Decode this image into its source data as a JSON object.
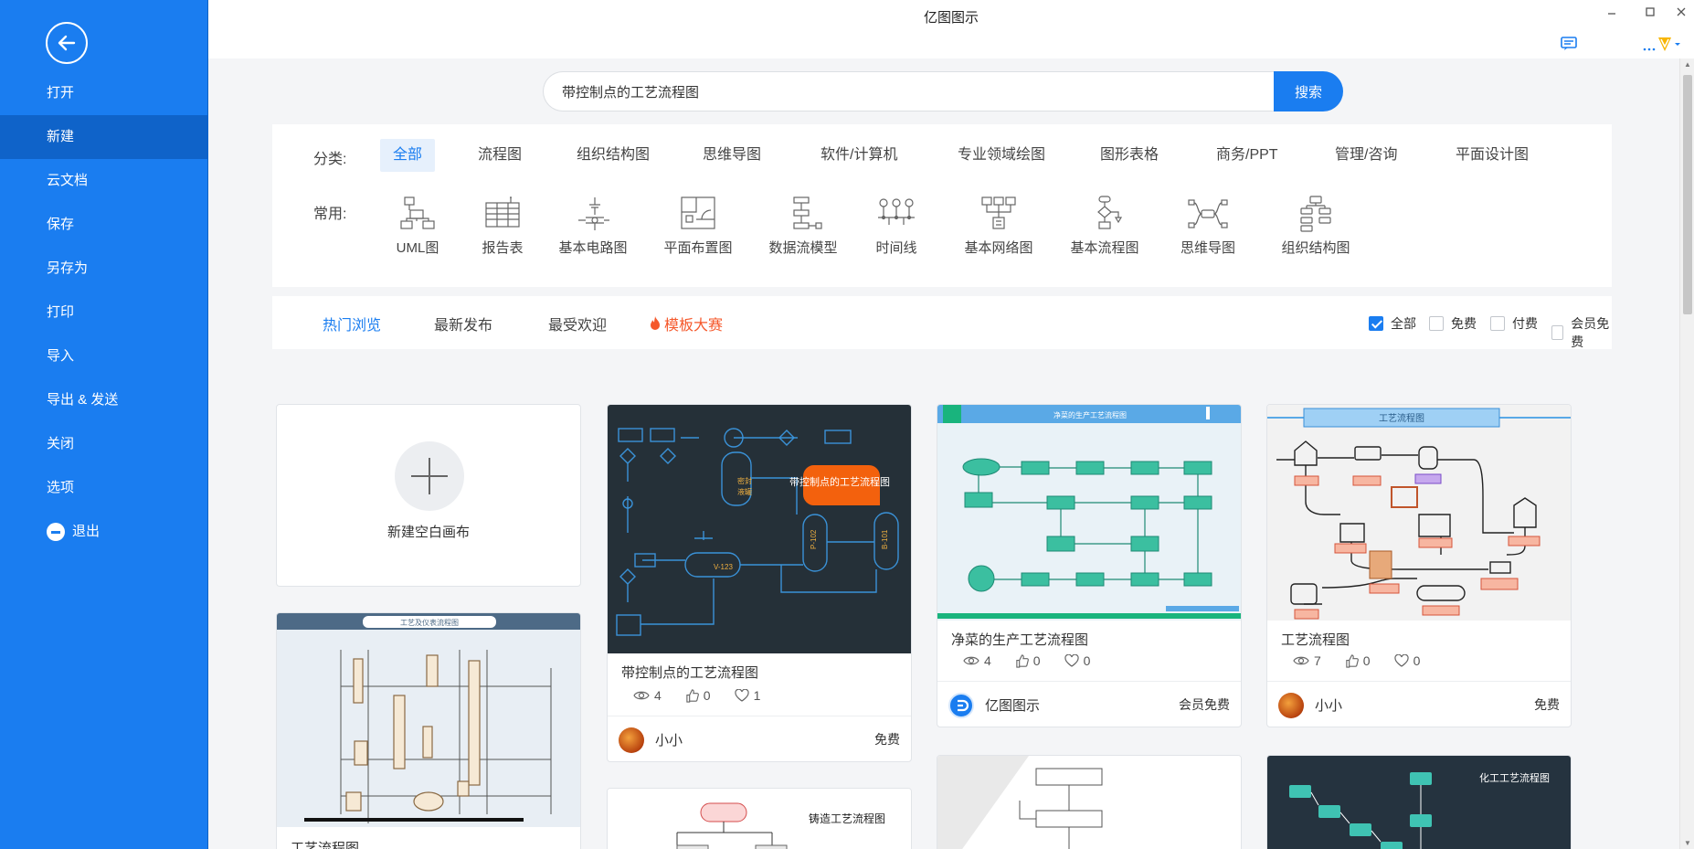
{
  "app": {
    "title": "亿图图示"
  },
  "sidebar": {
    "items": [
      {
        "label": "打开"
      },
      {
        "label": "新建"
      },
      {
        "label": "云文档"
      },
      {
        "label": "保存"
      },
      {
        "label": "另存为"
      },
      {
        "label": "打印"
      },
      {
        "label": "导入"
      },
      {
        "label": "导出 & 发送"
      },
      {
        "label": "关闭"
      },
      {
        "label": "选项"
      },
      {
        "label": "退出"
      }
    ],
    "active": "新建"
  },
  "search": {
    "value": "带控制点的工艺流程图",
    "button": "搜索"
  },
  "categories": {
    "label": "分类:",
    "items": [
      "全部",
      "流程图",
      "组织结构图",
      "思维导图",
      "软件/计算机",
      "专业领域绘图",
      "图形表格",
      "商务/PPT",
      "管理/咨询",
      "平面设计图"
    ],
    "active": "全部"
  },
  "common": {
    "label": "常用:",
    "items": [
      "UML图",
      "报告表",
      "基本电路图",
      "平面布置图",
      "数据流模型",
      "时间线",
      "基本网络图",
      "基本流程图",
      "思维导图",
      "组织结构图"
    ]
  },
  "filter_tabs": {
    "items": [
      "热门浏览",
      "最新发布",
      "最受欢迎",
      "模板大赛"
    ],
    "active": "热门浏览"
  },
  "price_filters": [
    {
      "label": "全部",
      "checked": true
    },
    {
      "label": "免费",
      "checked": false
    },
    {
      "label": "付费",
      "checked": false
    },
    {
      "label": "会员免费",
      "checked": false
    }
  ],
  "new_blank": {
    "label": "新建空白画布"
  },
  "cards": [
    {
      "title": "带控制点的工艺流程图",
      "views": "4",
      "likes": "0",
      "favs": "1",
      "author": "小小",
      "price": "免费",
      "thumb_badge": "带控制点的工艺流程图"
    },
    {
      "title": "净菜的生产工艺流程图",
      "views": "4",
      "likes": "0",
      "favs": "0",
      "author": "亿图图示",
      "price": "会员免费",
      "thumb_header": "净菜的生产工艺流程图"
    },
    {
      "title": "工艺流程图",
      "views": "7",
      "likes": "0",
      "favs": "0",
      "author": "小小",
      "price": "免费",
      "thumb_header": "工艺流程图"
    },
    {
      "title": "工艺流程图",
      "thumb_header": "工艺及仪表流程图"
    },
    {
      "title": "铸造工艺流程图"
    },
    {
      "title": ""
    },
    {
      "title": "化工工艺流程图"
    }
  ],
  "colors": {
    "sidebar": "#1a7df0",
    "accent": "#1a7df0",
    "hot": "#f5582b"
  }
}
